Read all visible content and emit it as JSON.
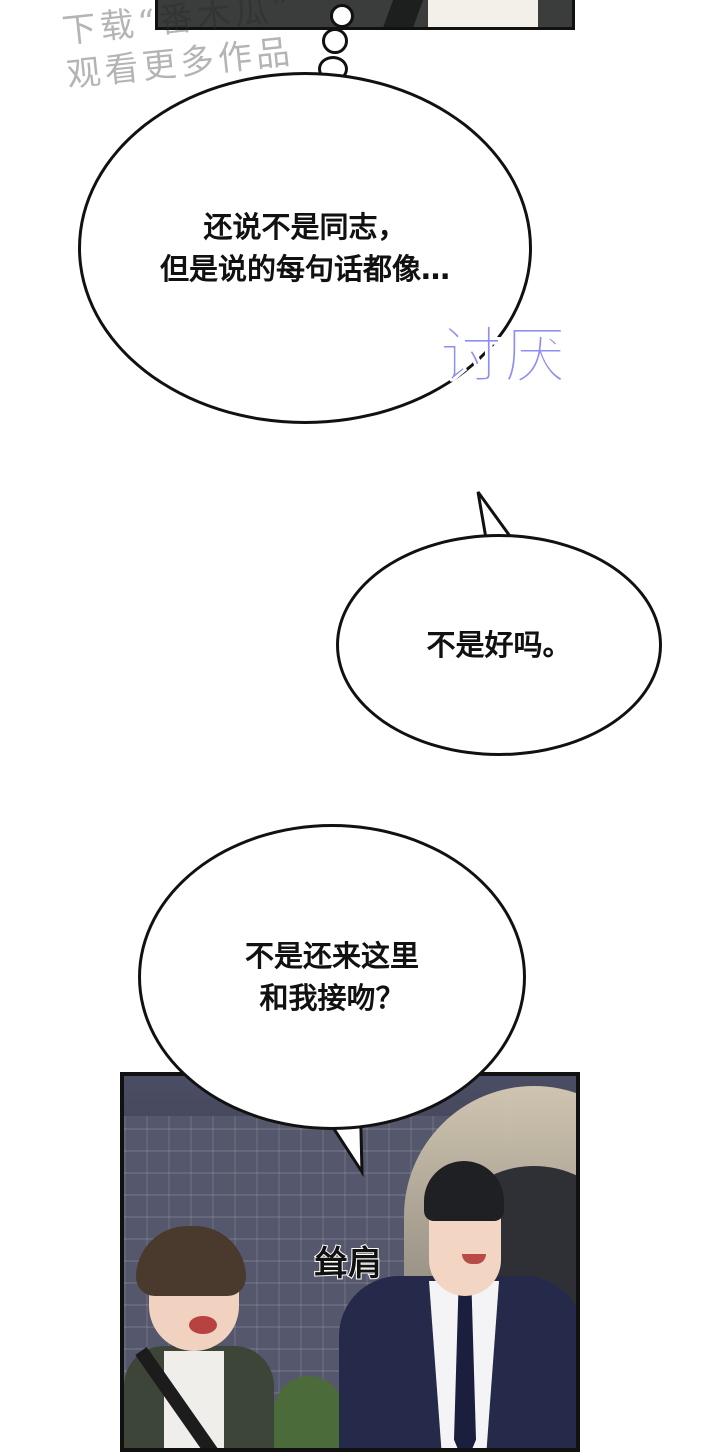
{
  "watermark": {
    "text": "下载“番木瓜”\n观看更多作品"
  },
  "bubbles": [
    {
      "text": "还说不是同志，\n但是说的每句话都像…"
    },
    {
      "text": "不是好吗。"
    },
    {
      "text": "不是还来这里\n和我接吻？"
    }
  ],
  "sfx": {
    "text": "讨厌",
    "color": "#8d8ff0"
  },
  "panel": {
    "label": "耸肩"
  }
}
